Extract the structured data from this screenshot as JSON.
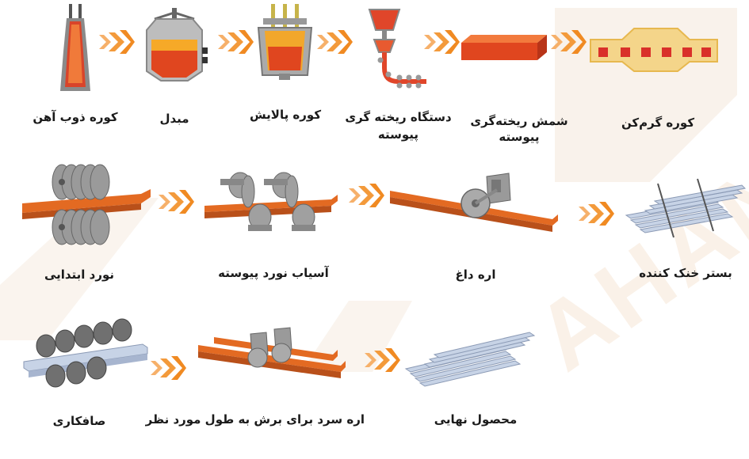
{
  "watermark": "AHAN",
  "arrow_color": "#f39a3b",
  "row1": [
    {
      "name": "blast-furnace",
      "label": "کوره ذوب آهن"
    },
    {
      "name": "converter",
      "label": "مبدل"
    },
    {
      "name": "refining-furnace",
      "label": "کوره پالایش"
    },
    {
      "name": "continuous-caster",
      "label": "دستگاه ریخته گری",
      "label2": "پیوسته"
    },
    {
      "name": "continuous-billet",
      "label": "شمش ریخته‌گری",
      "label2": "پیوسته"
    },
    {
      "name": "reheating-furnace",
      "label": "کوره گرم‌کن"
    }
  ],
  "row2": [
    {
      "name": "primary-rolling",
      "label": "نورد ابتدایی"
    },
    {
      "name": "continuous-rolling-mill",
      "label": "آسیاب نورد پیوسته"
    },
    {
      "name": "hot-saw",
      "label": "اره داغ"
    },
    {
      "name": "cooling-bed",
      "label": "بستر خنک کننده"
    }
  ],
  "row3": [
    {
      "name": "straightening",
      "label": "صافکاری"
    },
    {
      "name": "cold-saw",
      "label": "اره سرد برای برش به طول مورد نظر"
    },
    {
      "name": "final-product",
      "label": "محصول نهایی"
    }
  ]
}
